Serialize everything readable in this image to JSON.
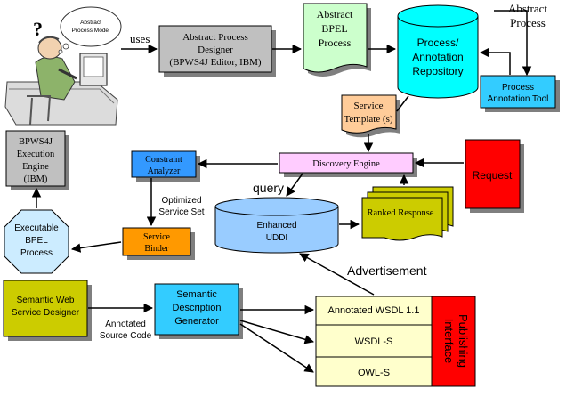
{
  "developer_note": {
    "line1": "Abstract",
    "line2": "Process Model"
  },
  "uses": "uses",
  "abstract_designer": {
    "line1": "Abstract Process",
    "line2": "Designer",
    "line3": "(BPWS4J Editor, IBM)"
  },
  "abstract_bpel": {
    "line1": "Abstract",
    "line2": "BPEL",
    "line3": "Process"
  },
  "repository": {
    "line1": "Process/",
    "line2": "Annotation",
    "line3": "Repository"
  },
  "abstract_process_label": {
    "line1": "Abstract",
    "line2": "Process"
  },
  "annotation_tool": {
    "line1": "Process",
    "line2": "Annotation Tool"
  },
  "service_template": {
    "line1": "Service",
    "line2": "Template (s)"
  },
  "execution_engine": {
    "line1": "BPWS4J",
    "line2": "Execution",
    "line3": "Engine",
    "line4": "(IBM)"
  },
  "constraint_analyzer": {
    "line1": "Constraint",
    "line2": "Analyzer"
  },
  "discovery_engine": "Discovery Engine",
  "request": "Request",
  "optimized_set": {
    "line1": "Optimized",
    "line2": "Service Set"
  },
  "query": "query",
  "enhanced_uddi": {
    "line1": "Enhanced",
    "line2": "UDDI"
  },
  "ranked_response": "Ranked Response",
  "executable_bpel": {
    "line1": "Executable",
    "line2": "BPEL",
    "line3": "Process"
  },
  "service_binder": {
    "line1": "Service",
    "line2": "Binder"
  },
  "advertisement": "Advertisement",
  "sws_designer": {
    "line1": "Semantic Web",
    "line2": "Service Designer"
  },
  "sdg": {
    "line1": "Semantic",
    "line2": "Description",
    "line3": "Generator"
  },
  "annotated_source": {
    "line1": "Annotated",
    "line2": "Source Code"
  },
  "publishing": {
    "rows": [
      "Annotated WSDL 1.1",
      "WSDL-S",
      "OWL-S"
    ],
    "interface_line1": "Publishing",
    "interface_line2": "Interface"
  },
  "colors": {
    "gray_box": "#c0c0c0",
    "doc_green": "#ccffcc",
    "cylinder_cyan": "#00ffff",
    "tool_blue": "#33ccff",
    "tan": "#ffcc99",
    "constraint_blue": "#3399ff",
    "discovery_pink": "#ffccff",
    "request_red": "#ff0000",
    "uddi_blue": "#99ccff",
    "ranked_olive": "#cccc00",
    "octagon_blue": "#ccecff",
    "binder_orange": "#ff9900",
    "designer_olive": "#cccc00",
    "sdg_cyan": "#33ccff",
    "pub_yellow": "#ffffcc",
    "pub_red": "#ff0000"
  }
}
